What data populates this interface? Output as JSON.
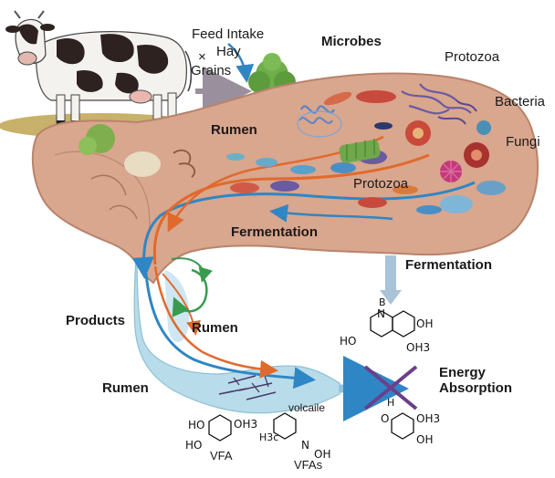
{
  "labels": {
    "feed_intake": "Feed Intake",
    "hay": "Hay",
    "cross_mark": "×",
    "grains": "Grains",
    "microbes": "Microbes",
    "protozoa_top": "Protozoa",
    "bacteria": "Bacteria",
    "fungi": "Fungi",
    "rumen_top": "Rumen",
    "protozoa_mid": "Protozoa",
    "fermentation_main": "Fermentation",
    "fermentation_right": "Fermentation",
    "products": "Products",
    "rumen_mid": "Rumen",
    "rumen_bottom": "Rumen",
    "energy_absorption": "Energy\nAbsorption",
    "vfa": "VFA",
    "volcaile": "volcaile",
    "vfas": "VFAs"
  },
  "chem_labels": {
    "ho_1": "HO",
    "oh3_1": "OH3",
    "ho_2": "HO",
    "h3c": "H3c",
    "n_1": "N",
    "oh_1": "OH",
    "b": "B",
    "n_2": "N",
    "oh_2": "OH",
    "ho_3": "HO",
    "oh3_2": "OH3",
    "h_top": "H",
    "o_top": "O",
    "oh3_3": "OH3",
    "oh_3": "OH"
  },
  "colors": {
    "rumen_fill": "#d9a68e",
    "rumen_edge": "#b9836b",
    "intestine": "#b8dcea",
    "arrow_orange": "#e06a2c",
    "arrow_blue": "#2f86c4",
    "arrow_green": "#3a9a4e",
    "blocked_x": "#6b3f8a"
  }
}
